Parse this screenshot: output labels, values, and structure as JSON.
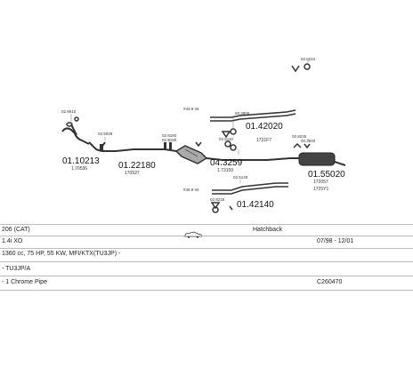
{
  "diagram": {
    "parts": [
      {
        "number": "01.10213",
        "ref": "1.70536"
      },
      {
        "number": "01.22180",
        "ref": "170527"
      },
      {
        "number": "04.3259",
        "ref": "1.73159"
      },
      {
        "number": "01.42020",
        "ref": "1731F7"
      },
      {
        "number": "01.55020",
        "ref": "172057"
      },
      {
        "number": "01.42140",
        "ref": ""
      }
    ],
    "small_codes": [
      "02.8610",
      "02.5028",
      "02.8180",
      "00.3800",
      "02.5110",
      "02.8210",
      "02.8235",
      "02.8180",
      "00.3840",
      "02.5140",
      "02.8215"
    ],
    "extra_refs": [
      "1725Y1"
    ],
    "variant_tags": [
      "#43.9 Int",
      "#46.9 Int"
    ]
  },
  "info": {
    "model": "206 (CAT)",
    "body_type": "Hatchback",
    "engine_code": "1.4i XO",
    "years": "07/98 - 12/01",
    "specs": "1360 cc, 75 HP, 55 KW, MFI/KTX(TU3JP) -",
    "line4": "- TU3JP/A",
    "pipe": "- 1 Chrome Pipe",
    "catalog_number": "C260470"
  }
}
